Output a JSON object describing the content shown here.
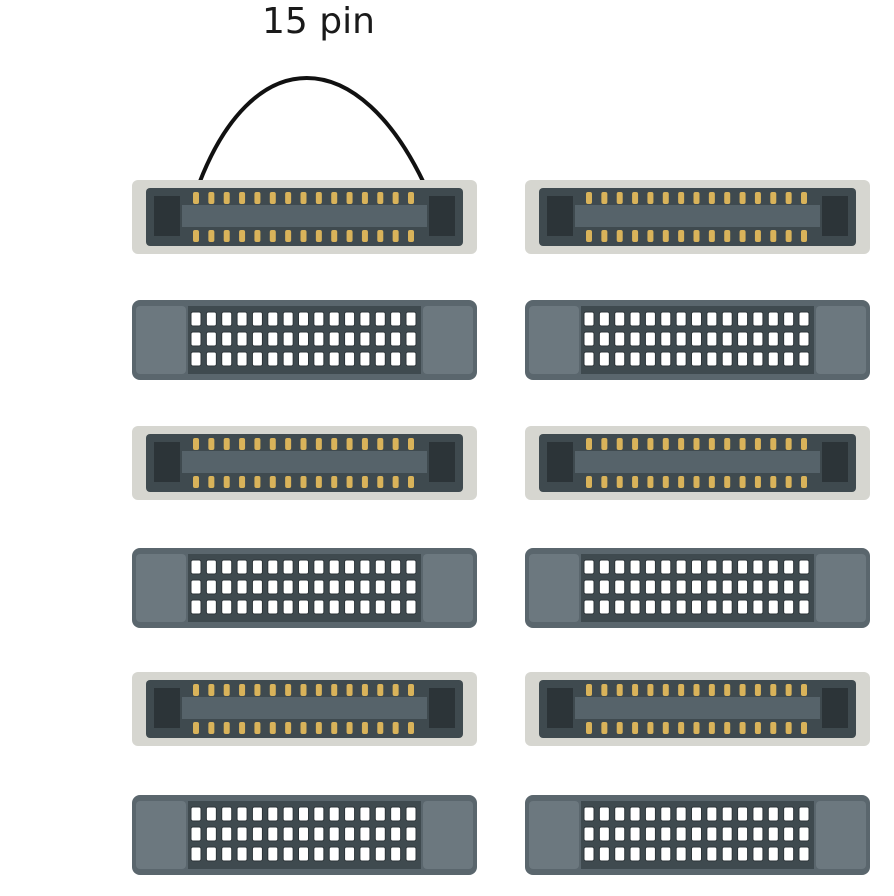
{
  "annotation": {
    "label": "15 pin"
  },
  "connectors": {
    "pin_count_per_row": 15,
    "columns": 2,
    "rows_of_connectors": 6,
    "pattern": [
      "top-face",
      "bottom-face",
      "top-face",
      "bottom-face",
      "top-face",
      "bottom-face"
    ]
  },
  "colors": {
    "body_dark": "#3f4a4f",
    "body_mid": "#56636a",
    "pin_gold": "#d9b35a",
    "frame_metal": "#d6d6d0",
    "caption_text": "#1a1a1a",
    "arc_line": "#111111"
  }
}
